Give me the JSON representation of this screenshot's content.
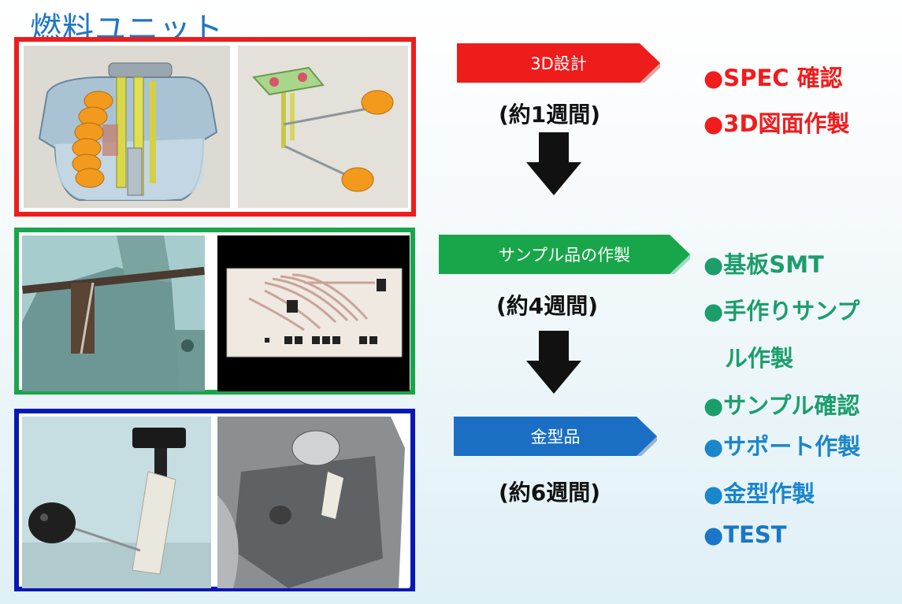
{
  "title": "燃料ユニット",
  "steps": [
    {
      "label": "3D設計",
      "duration": "(約1週間)",
      "color": "#ef1c1c"
    },
    {
      "label": "サンプル品の作製",
      "duration": "(約4週間)",
      "color": "#19a64a"
    },
    {
      "label": "金型品",
      "duration": "(約6週間)",
      "color": "#1a6fc4"
    }
  ],
  "bullets": {
    "design": [
      "●SPEC 確認",
      "●3D図面作製"
    ],
    "sample": [
      "●基板SMT",
      "●手作りサンプ",
      "ル作製",
      "●サンプル確認"
    ],
    "mold": [
      "●サポート作製",
      "●金型作製",
      "●TEST"
    ]
  }
}
